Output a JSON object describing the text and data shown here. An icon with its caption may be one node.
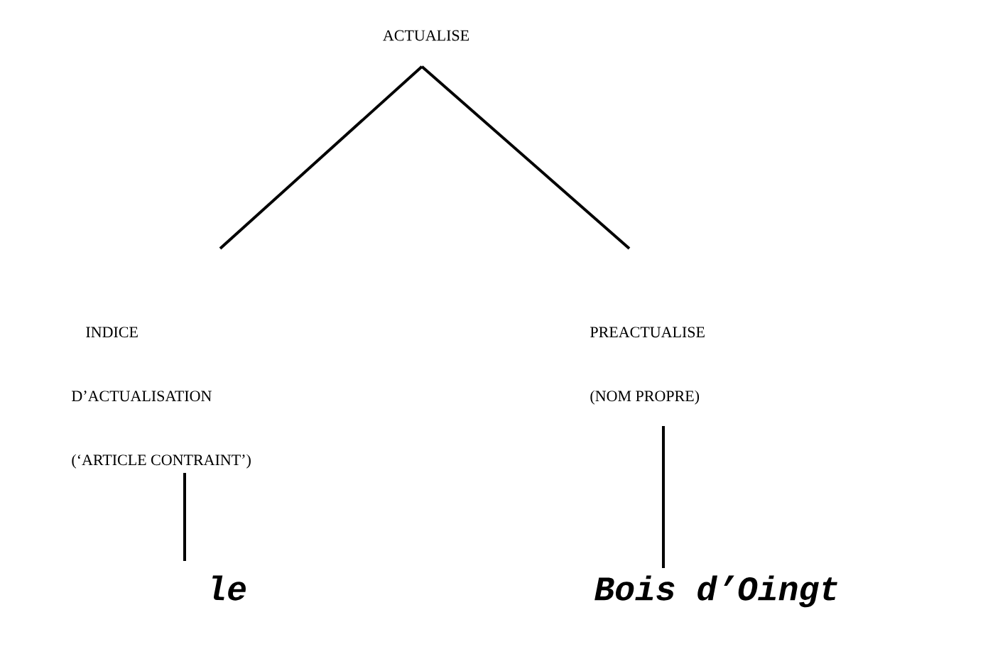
{
  "diagram": {
    "nodes": [
      {
        "text": [
          "ACTUALISE"
        ]
      },
      {
        "text": [
          "INDICE",
          "D’ACTUALISATION",
          "(‘ARTICLE CONTRAINT’)"
        ]
      },
      {
        "text": [
          "PREACTUALISE",
          "(NOM PROPRE)"
        ]
      },
      {
        "text": [
          "le"
        ]
      },
      {
        "text": [
          "Bois d’Oingt"
        ]
      }
    ],
    "edges": [
      {
        "from": 0,
        "to": 1,
        "arrow": "none"
      },
      {
        "from": 0,
        "to": 2,
        "arrow": "none"
      },
      {
        "from": 1,
        "to": 3,
        "arrow": "none"
      },
      {
        "from": 2,
        "to": 4,
        "arrow": "none"
      }
    ]
  }
}
